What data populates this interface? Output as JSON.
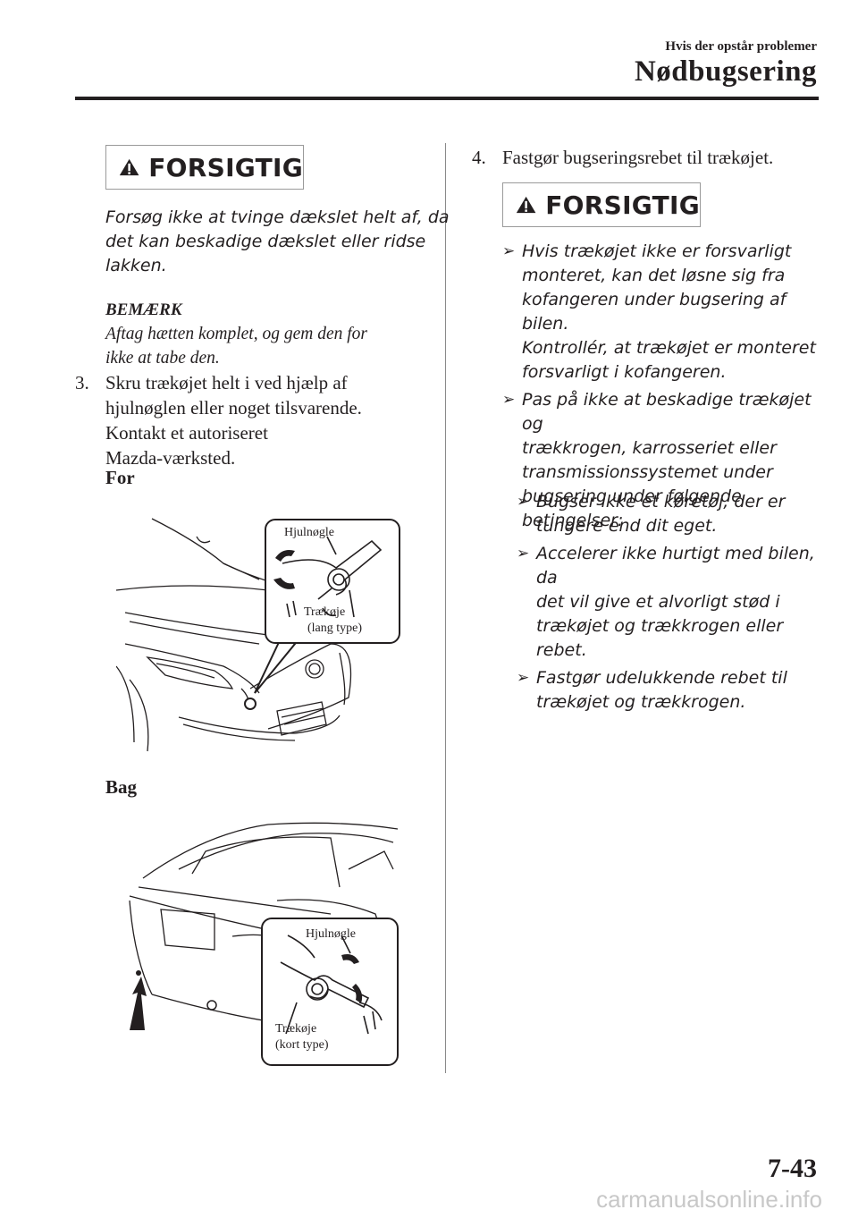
{
  "header": {
    "section": "Hvis der opstår problemer",
    "title": "Nødbugsering"
  },
  "left": {
    "caution_label": "FORSIGTIG",
    "caution_text": [
      "Forsøg ikke at tvinge dækslet helt af, da",
      "det kan beskadige dækslet eller ridse",
      "lakken."
    ],
    "note_title": "BEMÆRK",
    "note_text": [
      "Aftag hætten komplet, og gem den for",
      "ikke at tabe den."
    ],
    "step_number": "3.",
    "step_text": [
      "Skru trækøjet helt i ved hjælp af",
      "hjulnøglen eller noget tilsvarende.",
      "Kontakt et autoriseret",
      "Mazda-værksted."
    ],
    "front_label": "For",
    "rear_label": "Bag",
    "front_figure": {
      "wrench": "Hjulnøgle",
      "eye": "Trækøje",
      "eye_type": "(lang type)"
    },
    "rear_figure": {
      "wrench": "Hjulnøgle",
      "eye": "Trækøje",
      "eye_type": "(kort type)"
    }
  },
  "right": {
    "step_number": "4.",
    "step_text": "Fastgør bugseringsrebet til trækøjet.",
    "caution_label": "FORSIGTIG",
    "bullets": [
      [
        "Hvis trækøjet ikke er forsvarligt",
        "monteret, kan det løsne sig fra",
        "kofangeren under bugsering af bilen.",
        "Kontrollér, at trækøjet er monteret",
        "forsvarligt i kofangeren."
      ],
      [
        "Pas på ikke at beskadige trækøjet og",
        "trækkrogen, karrosseriet eller",
        "transmissionssystemet under",
        "bugsering under følgende",
        "betingelser:"
      ]
    ],
    "sub_bullets": [
      [
        "Bugser ikke et køretøj, der er",
        "tungere end dit eget."
      ],
      [
        "Accelerer ikke hurtigt med bilen, da",
        "det vil give et alvorligt stød i",
        "trækøjet og trækkrogen eller rebet."
      ],
      [
        "Fastgør udelukkende rebet til",
        "trækøjet og trækkrogen."
      ]
    ],
    "bullet_marker": "➢"
  },
  "footer": {
    "page": "7-43",
    "watermark": "carmanualsonline.info"
  }
}
